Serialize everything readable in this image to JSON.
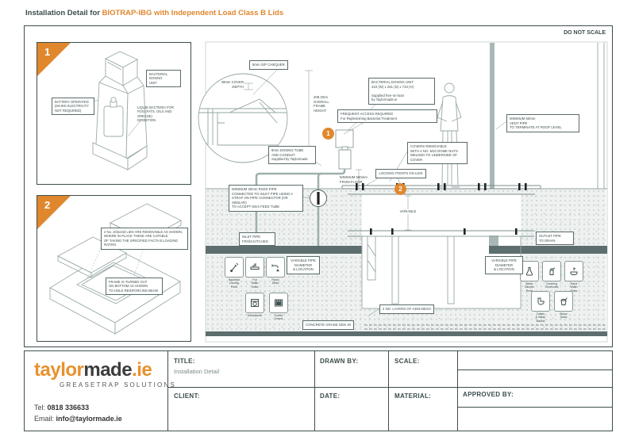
{
  "header": {
    "title_prefix": "Installation Detail for ",
    "title_highlight": "BIOTRAP-IBG with Independent Load Class B Lids"
  },
  "panel1": {
    "number": "1",
    "labels": {
      "unit": "BACTERIAL\nDOSING\nUNIT",
      "battery": "BATTERY OPERATED\n(MAINS ELECTRICITY\nNOT REQUIRED)",
      "liquid": "LIQUID BACTERIA FOR\nFOG (FATS, OILS AND GREASE)\nDIGESTION"
    }
  },
  "panel2": {
    "number": "2",
    "labels": {
      "lids": "2 No. 203x433 LIDS ARE REMOVABLE AS SHOWN,\nWHERE IN PLACE THESE ARE CAPABLE\nOF TAKING THE SPECIFIED FACTA B LOADING RATING",
      "frame": "FRAME IS TURNED OUT\nON BOTTOM AS SHOWN\nTO HOLD REINFORCING BEAM"
    }
  },
  "main": {
    "labels": {
      "do_not_scale": "DO NOT SCALE",
      "chequer": "8mm G/P CHEQUER",
      "cover_depth": "49mm COVER\nDEPTH",
      "frame_height": "208.3mm\nOVERALL\nFRAME\nHEIGHT",
      "dosing_unit": "BACTERIAL DOSING UNIT\n410 (W) x 261 (D) x 733 (H)\n\nSupplied free-on-loan\nby Taylormade.ie",
      "frequent_access": "FREQUENT ACCESS REQUIRED\nFor Replenishing Bacterial Treatment",
      "vent": "MINIMUM 50mm\nVENT PIPE\nTO TERMINATE AT ROOF LEVEL",
      "covers_removable": "COVERS REMOVABLE\nWITH 4 NO. M10 DOME NUTS\nWELDED TO UNDERSIDE OF COVER",
      "locking_points": "LOCKING POINTS ON LIDS",
      "min_floor": "MINIMUM 500mm\nFROM FLOOR",
      "dosing_tube": "8mm DOSING TUBE\nAND CONDUIT\nSupplied by Taylormade",
      "rigid_pipe": "MINIMUM 20mm RIGID PIPE\nCONNECTED TO INLET PIPE USING A\nSTRAP ON PIPE CONNECTOR (OR SIMILAR)\nTO ACCEPT 8mm FEED TUBE",
      "inlet": "INLET PIPE\nFROM KITCHEN",
      "outlet": "OUTLET PIPE\nTO DRAIN",
      "variable": "VARIABLE",
      "variable_pipe_left": "VARIABLE PIPE\nDIAMETER\n& LOCATION",
      "variable_pipe_right": "VARIABLE PIPE\nDIAMETER\n& LOCATION",
      "mesh": "2 NO. LAYERS OF A393 MESH",
      "concrete": "CONCRETE GRADE GEN 20",
      "marker1": "1",
      "marker2": "2"
    },
    "legend_left": [
      {
        "icon": "dropper",
        "label": "Bacterial\nDosing\nPoint"
      },
      {
        "icon": "pot-wash-sink",
        "label": "Pot\nWash\nSinks"
      },
      {
        "icon": "rinse-tap",
        "label": "Rinse\nSinks"
      },
      {
        "icon": "dishwasher",
        "label": "Dishwasher"
      },
      {
        "icon": "combi-oven",
        "label": "Combi\nOvens"
      }
    ],
    "legend_right": [
      {
        "icon": "water-sample",
        "label": "Water\nSample\nPoint"
      },
      {
        "icon": "cleaning-chemicals",
        "label": "Cleaning\nChemicals"
      },
      {
        "icon": "hand-wash",
        "label": "Hand\nWash\nSinks"
      },
      {
        "icon": "toilet",
        "label": "Toilets\n& Wash\nBasins"
      },
      {
        "icon": "sluice",
        "label": "Sluice\nSinks"
      }
    ]
  },
  "titleblock": {
    "logo": {
      "taylor": "taylor",
      "made": "made",
      "dotie": ".ie",
      "subtitle": "GREASETRAP SOLUTIONS"
    },
    "tel_label": "Tel: ",
    "tel": "0818 336633",
    "email_label": "Email: ",
    "email": "info@taylormade.ie",
    "fields": {
      "title_label": "TITLE:",
      "title_value": "Installation Detail",
      "client_label": "CLIENT:",
      "drawn_by": "DRAWN BY:",
      "date": "DATE:",
      "scale": "SCALE:",
      "material": "MATERIAL:",
      "approved_by": "APPROVED BY:"
    }
  },
  "colors": {
    "accent": "#e0872e",
    "ink": "#3d4d4d"
  }
}
